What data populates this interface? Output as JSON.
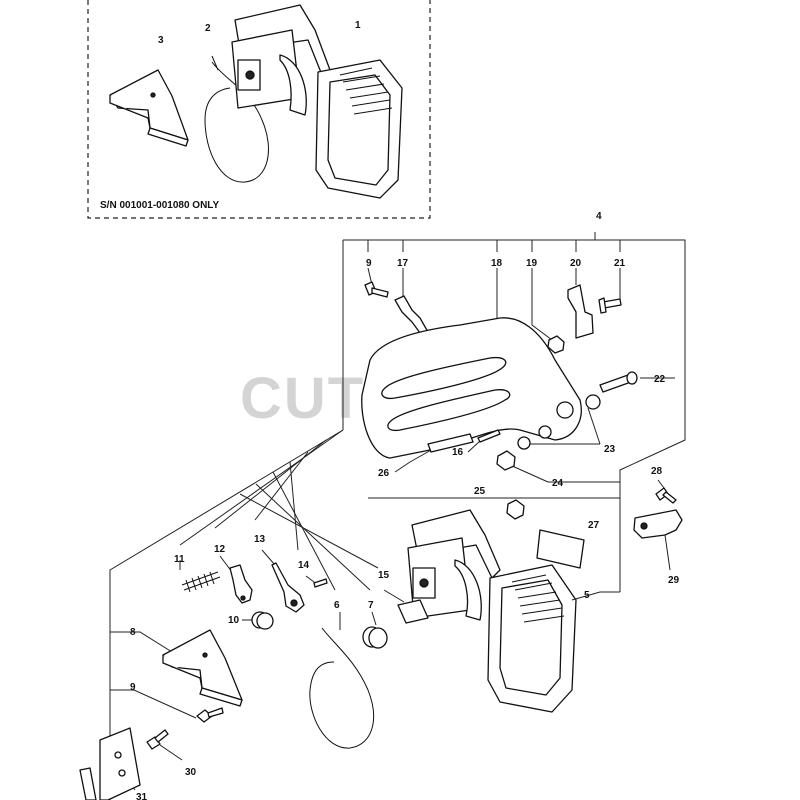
{
  "watermark": "CUTLER'S",
  "inset_note": "S/N 001001-001080 ONLY",
  "callouts": {
    "c1": "1",
    "c2": "2",
    "c3": "3",
    "c4": "4",
    "c5": "5",
    "c6": "6",
    "c7": "7",
    "c8": "8",
    "c9a": "9",
    "c9b": "9",
    "c10": "10",
    "c11": "11",
    "c12": "12",
    "c13": "13",
    "c14": "14",
    "c15": "15",
    "c16": "16",
    "c17": "17",
    "c18": "18",
    "c19": "19",
    "c20": "20",
    "c21": "21",
    "c22": "22",
    "c23": "23",
    "c24": "24",
    "c25": "25",
    "c26": "26",
    "c27": "27",
    "c28": "28",
    "c29": "29",
    "c30": "30",
    "c31": "31"
  }
}
